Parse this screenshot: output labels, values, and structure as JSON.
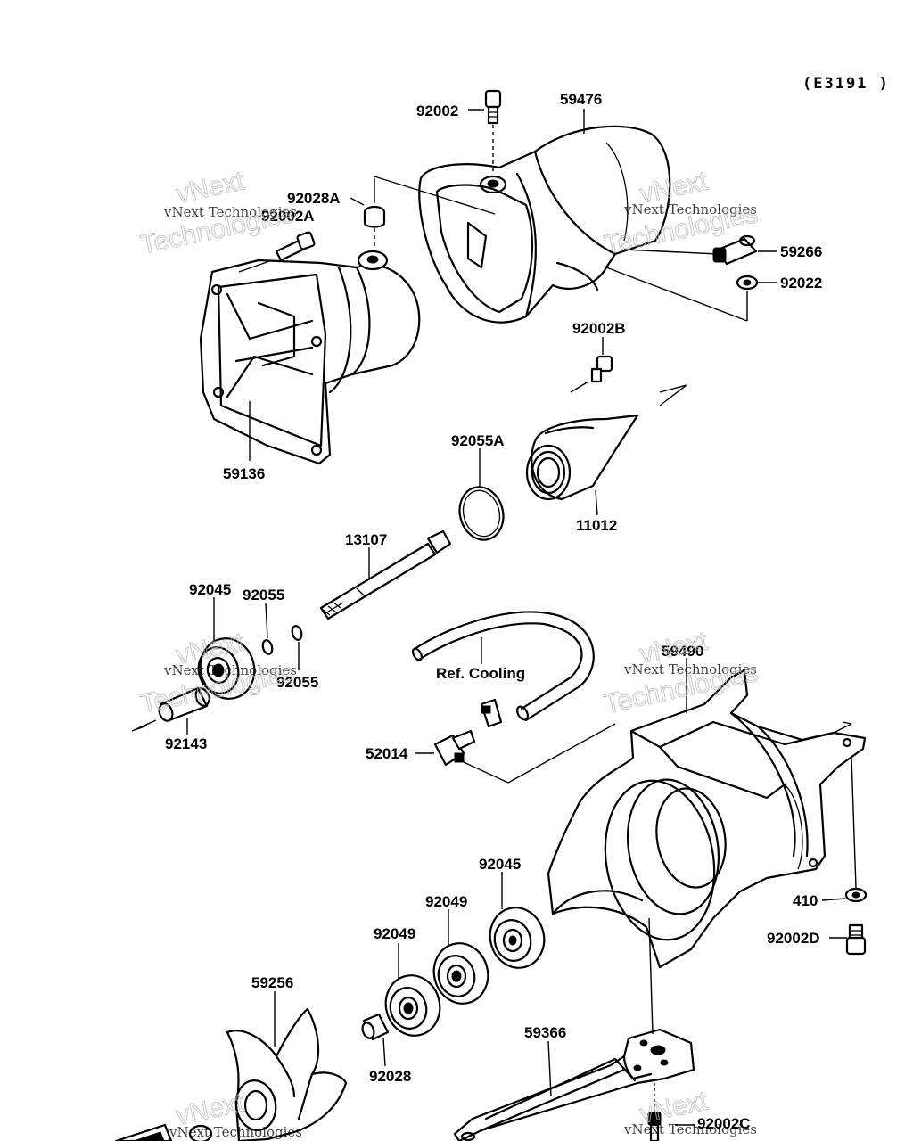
{
  "diagram": {
    "reference_code": "(E3191 )",
    "parts": [
      {
        "id": "p-92002",
        "label": "92002"
      },
      {
        "id": "p-59476",
        "label": "59476"
      },
      {
        "id": "p-92028A",
        "label": "92028A"
      },
      {
        "id": "p-92002A",
        "label": "92002A"
      },
      {
        "id": "p-59266",
        "label": "59266"
      },
      {
        "id": "p-92022",
        "label": "92022"
      },
      {
        "id": "p-92002B",
        "label": "92002B"
      },
      {
        "id": "p-92055A",
        "label": "92055A"
      },
      {
        "id": "p-59136",
        "label": "59136"
      },
      {
        "id": "p-11012",
        "label": "11012"
      },
      {
        "id": "p-13107",
        "label": "13107"
      },
      {
        "id": "p-92045a",
        "label": "92045"
      },
      {
        "id": "p-92055a",
        "label": "92055"
      },
      {
        "id": "p-92055b",
        "label": "92055"
      },
      {
        "id": "p-refcool",
        "label": "Ref. Cooling"
      },
      {
        "id": "p-59490",
        "label": "59490"
      },
      {
        "id": "p-92143",
        "label": "92143"
      },
      {
        "id": "p-52014",
        "label": "52014"
      },
      {
        "id": "p-92045b",
        "label": "92045"
      },
      {
        "id": "p-410",
        "label": "410"
      },
      {
        "id": "p-92049a",
        "label": "92049"
      },
      {
        "id": "p-92049b",
        "label": "92049"
      },
      {
        "id": "p-92002D",
        "label": "92002D"
      },
      {
        "id": "p-59256",
        "label": "59256"
      },
      {
        "id": "p-59366",
        "label": "59366"
      },
      {
        "id": "p-92028",
        "label": "92028"
      },
      {
        "id": "p-92002C",
        "label": "92002C"
      }
    ],
    "watermark": {
      "line1": "vNext Technologies",
      "line2a": "vNext",
      "line2b": "Technologies"
    }
  }
}
